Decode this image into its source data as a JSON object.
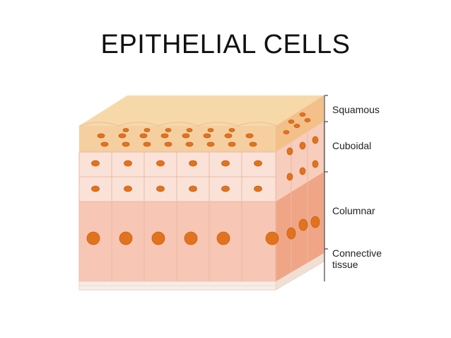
{
  "title": "EPITHELIAL CELLS",
  "layers": [
    {
      "label": "Squamous"
    },
    {
      "label": "Cuboidal"
    },
    {
      "label": "Columnar"
    },
    {
      "label": "Connective\ntissue"
    }
  ],
  "colors": {
    "squamous_top": "#f7d9a9",
    "squamous_front": "#f6cfa0",
    "cuboidal_front": "#fbe2d8",
    "columnar_front": "#f7c6b4",
    "side_dark": "#f0a586",
    "nucleus": "#e2731e",
    "nucleus_stroke": "#c75f14",
    "cell_border": "#e8b9a3",
    "connective": "#f7ece6"
  }
}
